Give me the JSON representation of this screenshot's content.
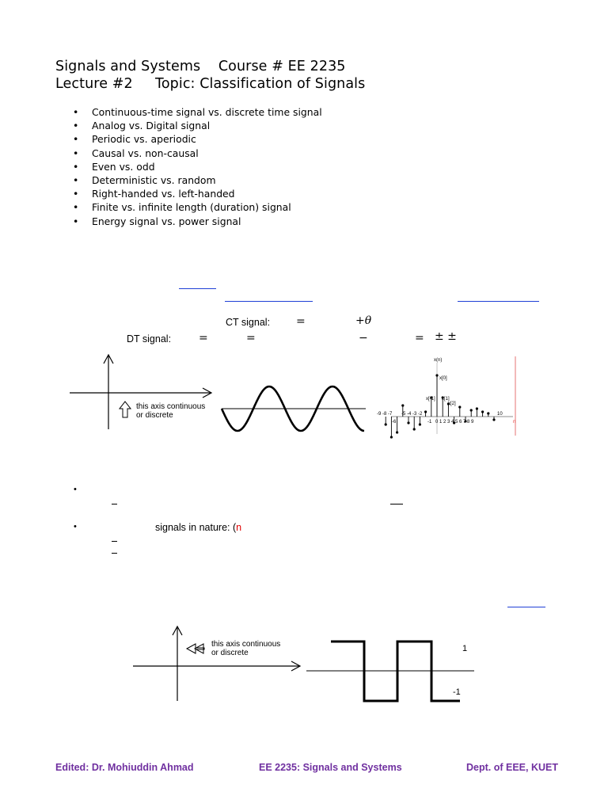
{
  "header": {
    "line1": "Signals and Systems    Course # EE 2235",
    "line2": "Lecture #2     Topic: Classification of Signals"
  },
  "bullets": [
    "Continuous-time signal vs. discrete time signal",
    "Analog vs. Digital signal",
    "Periodic vs. aperiodic",
    "Causal vs. non-causal",
    "Even vs. odd",
    "Deterministic vs. random",
    "Right-handed vs. left-handed",
    "Finite vs. infinite length (duration) signal",
    "Energy signal vs. power signal"
  ],
  "bullet_glyph": "•",
  "equations": {
    "ct_label": "CT signal:",
    "ct_eq": "=",
    "ct_plus_theta": "+θ",
    "dt_label": "DT signal:",
    "dt_eq1": "=",
    "dt_eq2": "=",
    "dt_minus": "−",
    "dt_eq3": "=",
    "dt_pm": "±  ±"
  },
  "figure1": {
    "axis_note_line1": "this axis continuous",
    "axis_note_line2": "or discrete",
    "stem_ylabel": "x(n)",
    "stem_x0": "x[0]",
    "stem_xm1": "x[-1]",
    "stem_x1": "x[1]",
    "stem_x2": "x[2]",
    "stem_ticks_left": "-9 -8 -7",
    "stem_tick_m6": "-6",
    "stem_ticks_mid": "-5 -4 -3 -2",
    "stem_tick_m1": "-1",
    "stem_ticks_right": "0  1  2  3  4  5  6  7  8  9",
    "stem_tick_10": "10",
    "stem_axis_n": "n"
  },
  "section2": {
    "signals_text": "signals in nature: (",
    "red_n": "n"
  },
  "figure2": {
    "axis_note_line1": "this axis continuous",
    "axis_note_line2": "or discrete",
    "level_high": "1",
    "level_low": "-1"
  },
  "footer": {
    "left": "Edited: Dr. Mohiuddin Ahmad",
    "center": "EE 2235: Signals and Systems",
    "right": "Dept. of EEE, KUET"
  },
  "colors": {
    "link": "#1f3fd6",
    "footer": "#7030a0",
    "accent_red": "#e00000"
  }
}
